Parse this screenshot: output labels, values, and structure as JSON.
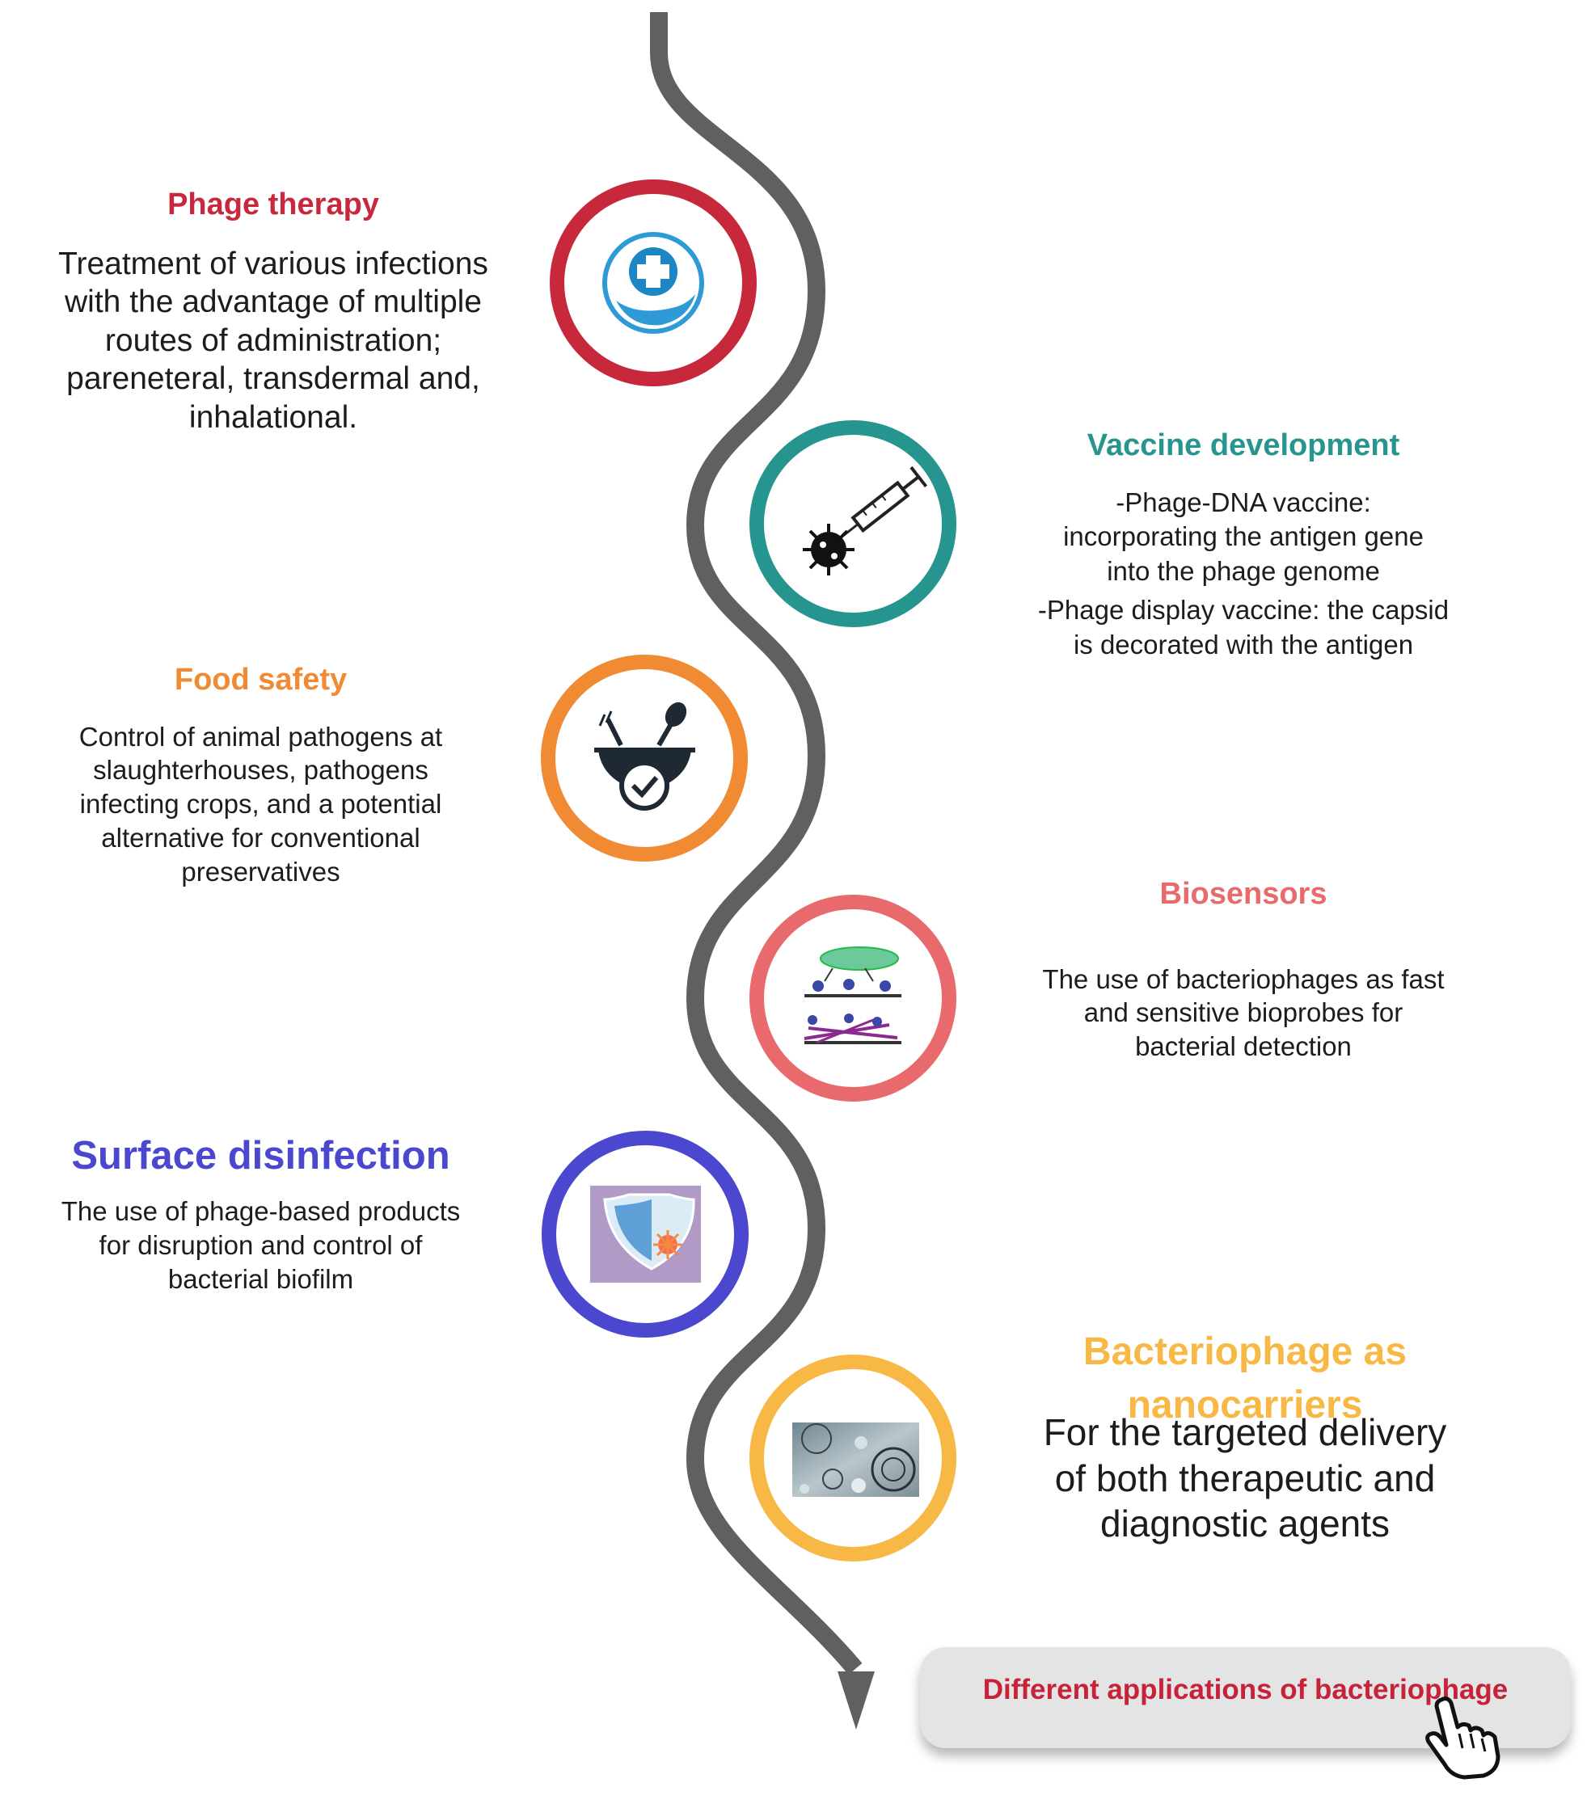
{
  "colors": {
    "path": "#606060",
    "therapy": "#c8283c",
    "vaccine": "#27958f",
    "food": "#f08a33",
    "biosensors": "#e96a6d",
    "surface": "#4b48cf",
    "nanocarriers": "#f7b845",
    "caption": "#c6223a"
  },
  "items": [
    {
      "title": "Phage therapy",
      "icon": "medical-cross-hand-icon",
      "lines": [
        "Treatment of various infections",
        "with the advantage of multiple",
        "routes of administration;",
        "pareneteral, transdermal and,",
        "inhalational."
      ]
    },
    {
      "title": "Vaccine development",
      "icon": "syringe-virus-icon",
      "line1": [
        "-Phage-DNA vaccine:",
        "incorporating the antigen gene",
        "into the phage genome"
      ],
      "line2": [
        "-Phage display vaccine: the capsid",
        "is decorated with the antigen"
      ]
    },
    {
      "title": "Food safety",
      "icon": "food-bowl-check-icon",
      "lines": [
        "Control of animal pathogens at",
        "slaughterhouses, pathogens",
        "infecting crops, and a potential",
        "alternative for conventional",
        "preservatives"
      ]
    },
    {
      "title": "Biosensors",
      "icon": "biosensor-surface-icon",
      "lines": [
        "The use of bacteriophages as fast",
        "and sensitive bioprobes for",
        "bacterial detection"
      ]
    },
    {
      "title": "Surface disinfection",
      "icon": "shield-bacteria-icon",
      "lines": [
        "The use of phage-based products",
        "for disruption and control of",
        "bacterial biofilm"
      ]
    },
    {
      "title": "Bacteriophage as nanocarriers",
      "title_lines": [
        "Bacteriophage as",
        "nanocarriers"
      ],
      "icon": "nanoparticles-icon",
      "lines": [
        "For the targeted delivery",
        "of both therapeutic and",
        "diagnostic agents"
      ]
    }
  ],
  "caption": "Different applications of bacteriophage",
  "caption_icon": "pointing-hand-icon"
}
